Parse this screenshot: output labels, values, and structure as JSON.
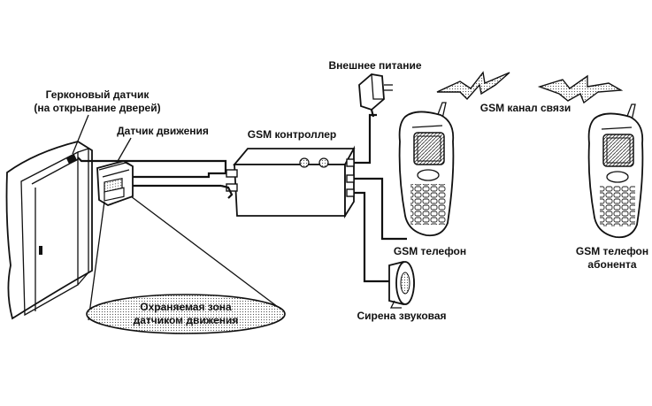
{
  "labels": {
    "reed_sensor_line1": "Герконовый датчик",
    "reed_sensor_line2": "(на открывание дверей)",
    "motion_sensor": "Датчик движения",
    "gsm_controller": "GSM контроллер",
    "external_power": "Внешнее питание",
    "gsm_channel": "GSM канал связи",
    "gsm_phone": "GSM телефон",
    "subscriber_phone_line1": "GSM телефон",
    "subscriber_phone_line2": "абонента",
    "siren": "Сирена звуковая",
    "zone_line1": "Охраняемая зона",
    "zone_line2": "датчиком движения"
  },
  "icons": [
    "door-icon",
    "motion-sensor-icon",
    "gsm-controller-icon",
    "power-adapter-icon",
    "mobile-phone-icon",
    "subscriber-phone-icon",
    "siren-icon",
    "lightning-signal-icon",
    "coverage-zone-ellipse"
  ]
}
